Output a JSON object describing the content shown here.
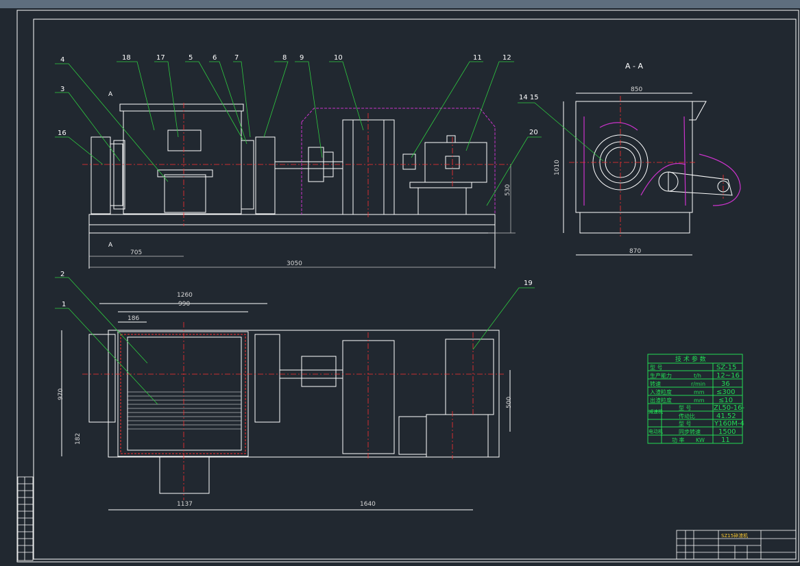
{
  "section_title": "A - A",
  "part_numbers": [
    "1",
    "2",
    "3",
    "4",
    "5",
    "6",
    "7",
    "8",
    "9",
    "10",
    "11",
    "12",
    "14 15",
    "16",
    "17",
    "18",
    "19",
    "20"
  ],
  "dimensions": {
    "front_705": "705",
    "front_3050": "3050",
    "front_530": "530",
    "section_850": "850",
    "section_1010": "1010",
    "section_870": "870",
    "plan_1260": "1260",
    "plan_990": "990",
    "plan_186": "186",
    "plan_970": "970",
    "plan_182": "182",
    "plan_500": "500",
    "plan_1137": "1137",
    "plan_1640": "1640"
  },
  "section_mark_label": "A",
  "spec_table": {
    "title": "技 术 参 数",
    "rows": [
      {
        "label": "型 号",
        "unit": "",
        "value": "SZ-15"
      },
      {
        "label": "生产能力",
        "unit": "t/h",
        "value": "12~16"
      },
      {
        "label": "转速",
        "unit": "r/min",
        "value": "36"
      },
      {
        "label": "入渣粒度",
        "unit": "mm",
        "value": "≤300"
      },
      {
        "label": "出渣粒度",
        "unit": "mm",
        "value": "≤10"
      },
      {
        "label": "型 号",
        "unit": "",
        "value": "ZL50-16-"
      },
      {
        "label": "传动比",
        "unit": "",
        "value": "41.52"
      },
      {
        "label": "型 号",
        "unit": "",
        "value": "Y160M-4"
      },
      {
        "label": "同步转速",
        "unit": "",
        "value": "1500"
      },
      {
        "label": "功 率",
        "unit": "KW",
        "value": "11"
      }
    ],
    "group_reducer": "减速机",
    "group_motor": "电动机"
  },
  "title_block": {
    "drawing_name": "SZ15碎渣机"
  },
  "colors": {
    "background": "#212830",
    "linework": "#ffffff",
    "leaders": "#2ecc40",
    "center_lines": "#ff3030",
    "hidden": "#cc33cc",
    "spec_table": "#22dd55",
    "dimension": "#c8c8c8"
  }
}
